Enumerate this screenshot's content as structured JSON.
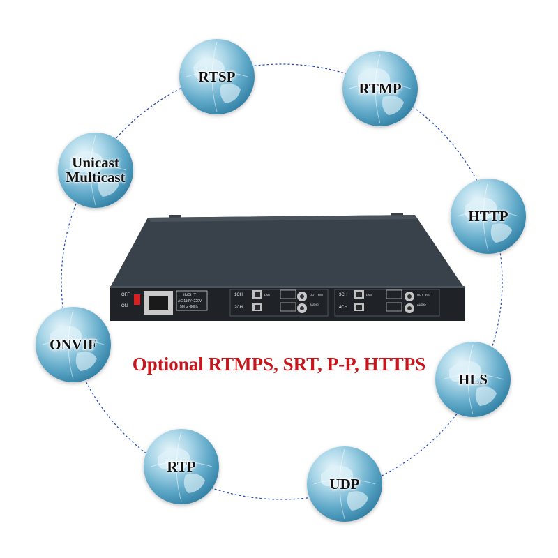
{
  "protocols": [
    {
      "id": "rtsp",
      "label": "RTSP"
    },
    {
      "id": "rtmp",
      "label": "RTMP"
    },
    {
      "id": "unicast-multicast",
      "label": "Unicast\nMulticast"
    },
    {
      "id": "http",
      "label": "HTTP"
    },
    {
      "id": "onvif",
      "label": "ONVIF"
    },
    {
      "id": "hls",
      "label": "HLS"
    },
    {
      "id": "rtp",
      "label": "RTP"
    },
    {
      "id": "udp",
      "label": "UDP"
    }
  ],
  "optional_text": "Optional RTMPS, SRT, P-P, HTTPS",
  "device": {
    "power_switch": [
      "OFF",
      "ON"
    ],
    "input_label": [
      "INPUT",
      "AC:110V~220V",
      "50Hz~60Hz"
    ],
    "channels": [
      "1CH",
      "2CH",
      "3CH",
      "4CH"
    ],
    "lan_label": "LAN",
    "out_label": "OUT",
    "rst_label": "RST",
    "audio_label": "AUDIO"
  },
  "colors": {
    "ring": "#2b4fb8",
    "optional_text": "#c8161d",
    "device_body": "#2c3239",
    "globe_base": "#3d8fb5"
  }
}
